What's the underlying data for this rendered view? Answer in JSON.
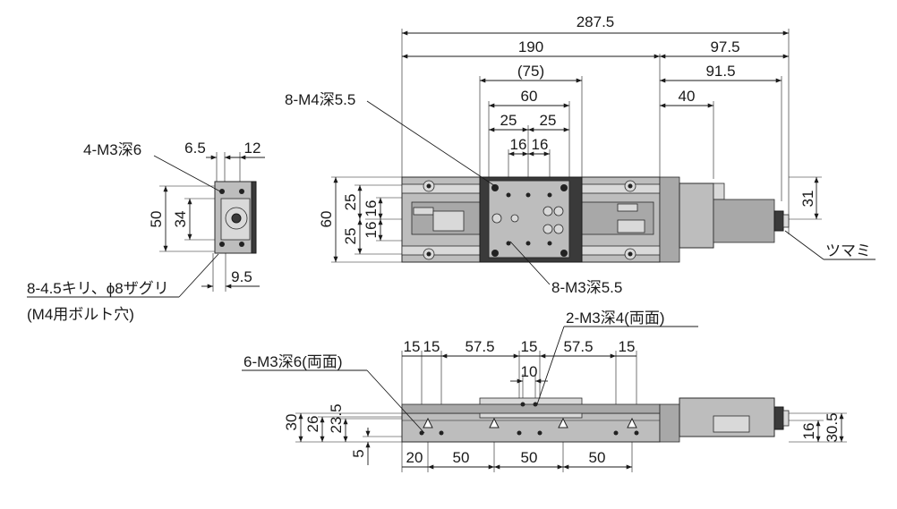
{
  "dimensions": {
    "d_287_5": "287.5",
    "d_190": "190",
    "d_97_5": "97.5",
    "d_75": "(75)",
    "d_91_5": "91.5",
    "d_60_top": "60",
    "d_40": "40",
    "d_25a": "25",
    "d_25b": "25",
    "d_16a": "16",
    "d_16b": "16",
    "d_60_side": "60",
    "d_25_left_top": "25",
    "d_16_left_top": "16",
    "d_25_left_bot": "25",
    "d_16_left_bot": "16",
    "d_31": "31",
    "end_6_5": "6.5",
    "end_12": "12",
    "end_50": "50",
    "end_34": "34",
    "end_9_5": "9.5",
    "f_15a": "15",
    "f_15b": "15",
    "f_57_5a": "57.5",
    "f_15c": "15",
    "f_57_5b": "57.5",
    "f_15d": "15",
    "f_10": "10",
    "f_30": "30",
    "f_26": "26",
    "f_23_5": "23.5",
    "f_5": "5",
    "f_20": "20",
    "f_50a": "50",
    "f_50b": "50",
    "f_50c": "50",
    "f_16": "16",
    "f_30_5": "30.5"
  },
  "notes": {
    "top_m4": "8-M4深5.5",
    "top_m3": "8-M3深5.5",
    "knob": "ツマミ",
    "end_m3": "4-M3深6",
    "end_holes_line1": "8-4.5キリ、ϕ8ザグリ",
    "end_holes_line2": "(M4用ボルト穴)",
    "front_m3_two": "2-M3深4(両面)",
    "front_m3_six": "6-M3深6(両面)"
  }
}
